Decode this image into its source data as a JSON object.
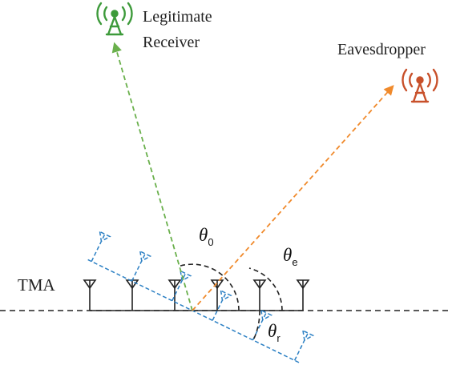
{
  "labels": {
    "legit_line1": "Legitimate",
    "legit_line2": "Receiver",
    "eavesdropper": "Eavesdropper",
    "tma": "TMA",
    "theta_symbol": "θ",
    "sub_0": "0",
    "sub_e": "e",
    "sub_r": "r"
  },
  "icons": {
    "legit_receiver": "antenna-tower-icon",
    "eavesdropper": "antenna-tower-icon"
  },
  "colors": {
    "legit_receiver": "#3d9a3a",
    "eavesdropper": "#c8502a",
    "legit_ray": "#6ab04c",
    "eaves_ray": "#f08a2c",
    "rotated_array": "#2c80c4",
    "baseline": "#222222"
  }
}
